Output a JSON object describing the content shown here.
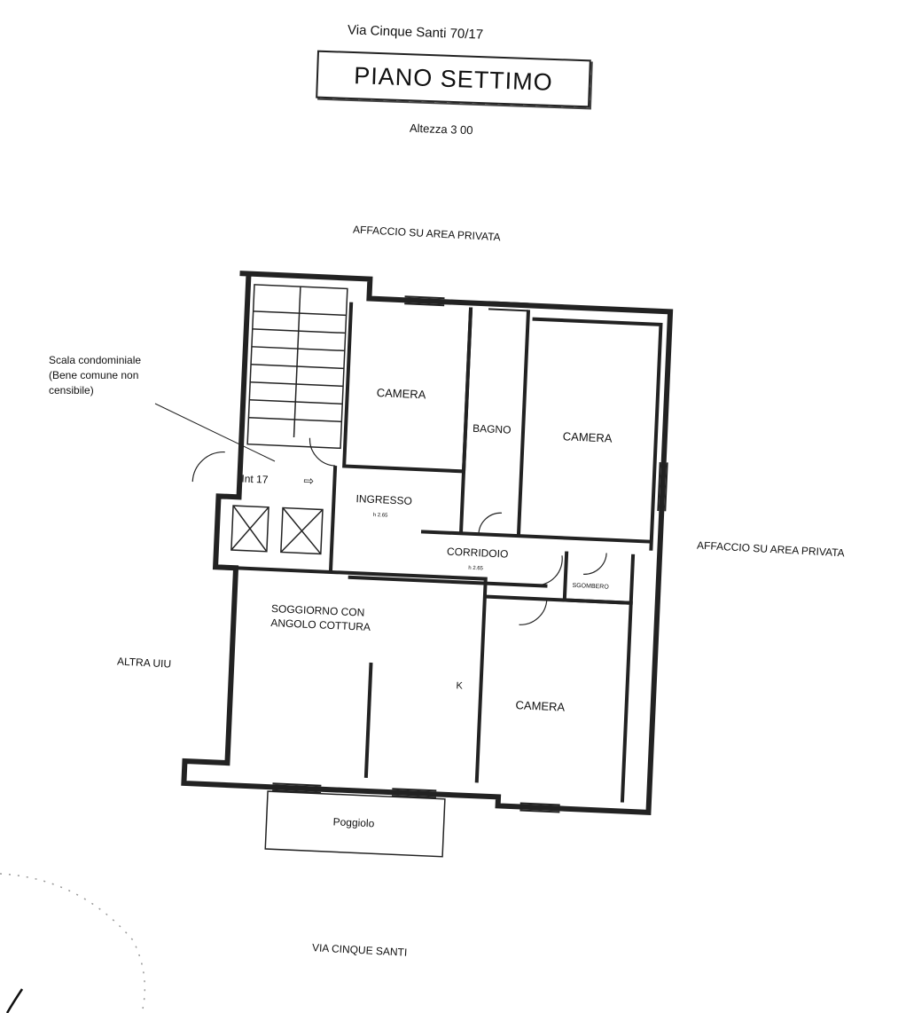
{
  "header": {
    "address": "Via Cinque Santi 70/17",
    "floor_title": "PIANO SETTIMO",
    "height_note": "Altezza 3 00"
  },
  "surroundings": {
    "north": "AFFACCIO SU AREA PRIVATA",
    "east": "AFFACCIO SU AREA PRIVATA",
    "west": "ALTRA UIU",
    "south": "VIA CINQUE SANTI"
  },
  "annotations": {
    "stair_note": "Scala condominiale\n(Bene comune non\ncensibile)",
    "entrance": "Int 17"
  },
  "rooms": {
    "camera_nw": "CAMERA",
    "bagno": "BAGNO",
    "camera_ne": "CAMERA",
    "ingresso": "INGRESSO",
    "ingresso_h": "h 2.65",
    "corridoio": "CORRIDOIO",
    "corridoio_h": "h 2.65",
    "sgombero": "SGOMBERO",
    "soggiorno_1": "SOGGIORNO CON",
    "soggiorno_2": "ANGOLO COTTURA",
    "kitchen_mark": "K",
    "camera_se": "CAMERA",
    "poggiolo": "Poggiolo"
  }
}
